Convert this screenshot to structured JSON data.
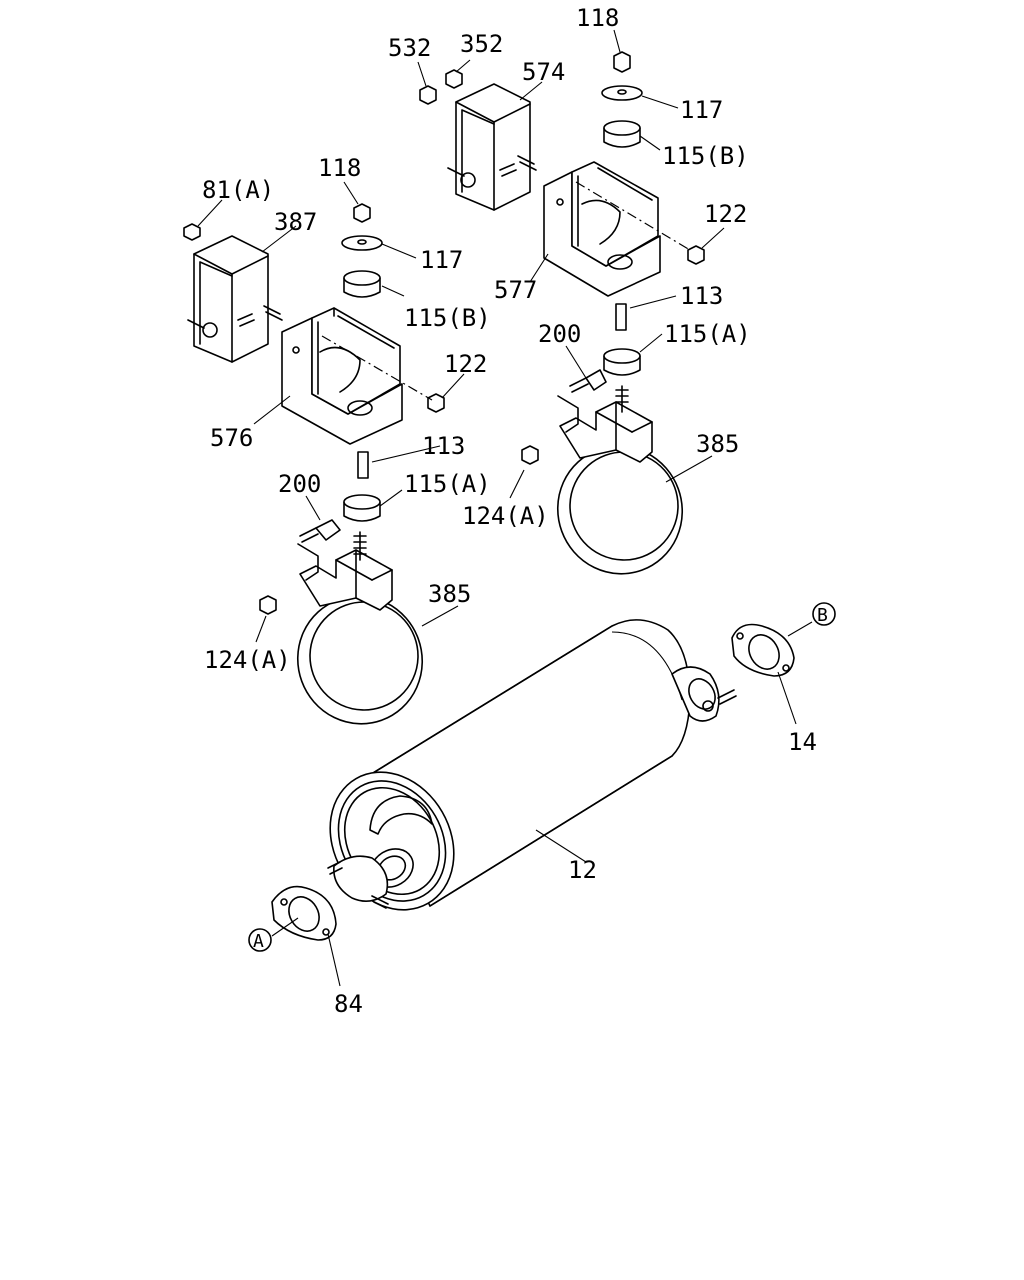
{
  "parts": [
    {
      "id": "p118a",
      "label": "118"
    },
    {
      "id": "p532",
      "label": "532"
    },
    {
      "id": "p352",
      "label": "352"
    },
    {
      "id": "p574",
      "label": "574"
    },
    {
      "id": "p117a",
      "label": "117"
    },
    {
      "id": "p115ba",
      "label": "115(B)"
    },
    {
      "id": "p122a",
      "label": "122"
    },
    {
      "id": "p577",
      "label": "577"
    },
    {
      "id": "p113a",
      "label": "113"
    },
    {
      "id": "p115aa",
      "label": "115(A)"
    },
    {
      "id": "p200a",
      "label": "200"
    },
    {
      "id": "p385a",
      "label": "385"
    },
    {
      "id": "p124aa",
      "label": "124(A)"
    },
    {
      "id": "p81a",
      "label": "81(A)"
    },
    {
      "id": "p387",
      "label": "387"
    },
    {
      "id": "p118b",
      "label": "118"
    },
    {
      "id": "p117b",
      "label": "117"
    },
    {
      "id": "p115bb",
      "label": "115(B)"
    },
    {
      "id": "p122b",
      "label": "122"
    },
    {
      "id": "p576",
      "label": "576"
    },
    {
      "id": "p113b",
      "label": "113"
    },
    {
      "id": "p115ab",
      "label": "115(A)"
    },
    {
      "id": "p200b",
      "label": "200"
    },
    {
      "id": "p385b",
      "label": "385"
    },
    {
      "id": "p124ab",
      "label": "124(A)"
    },
    {
      "id": "p14",
      "label": "14"
    },
    {
      "id": "p12",
      "label": "12"
    },
    {
      "id": "p84",
      "label": "84"
    }
  ],
  "markers": {
    "a": "A",
    "b": "B"
  }
}
